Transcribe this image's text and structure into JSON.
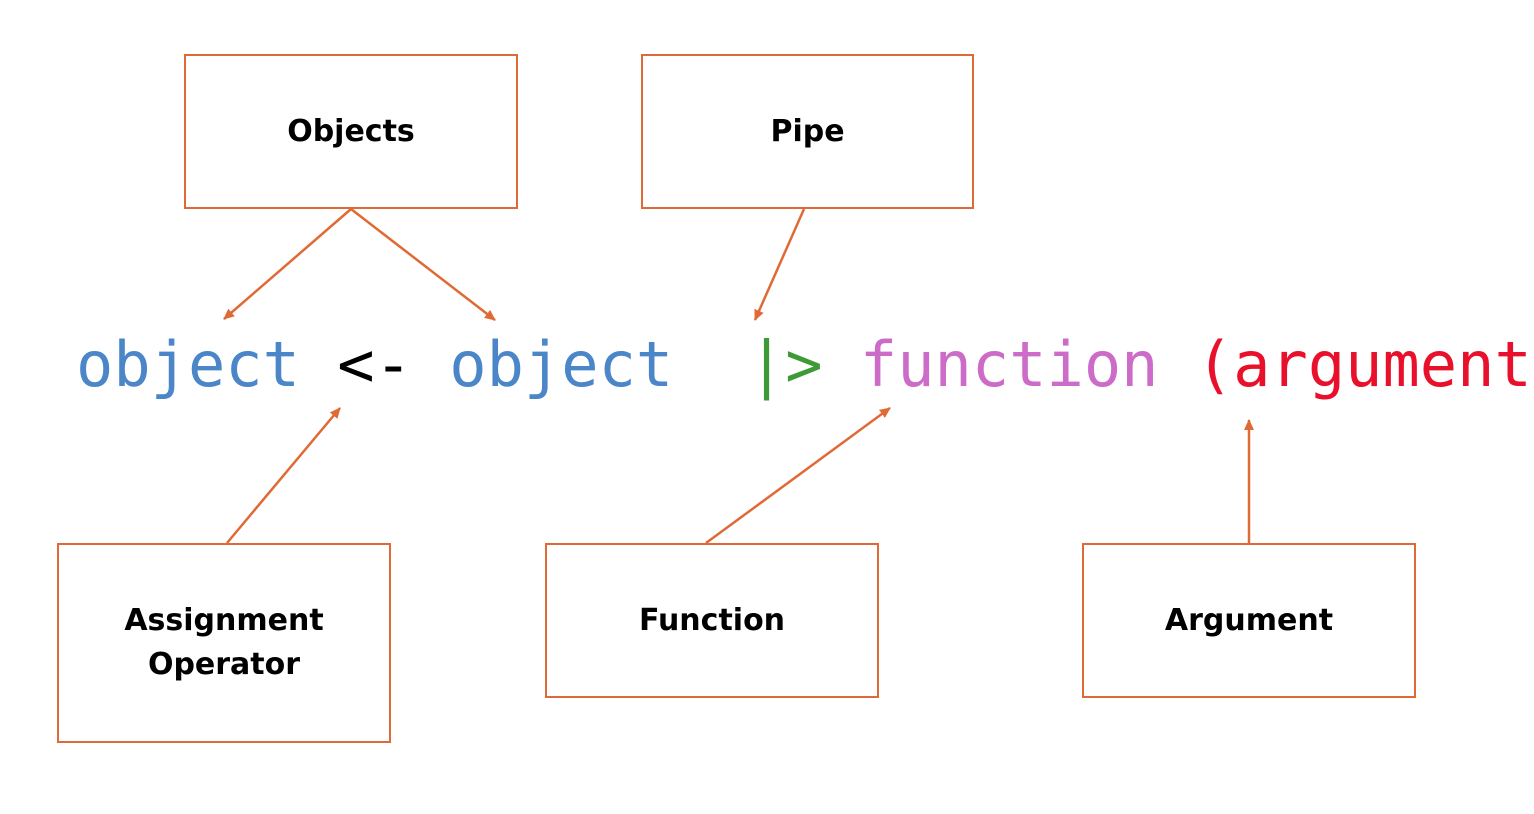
{
  "colors": {
    "border": "#E06A36",
    "arrow": "#E06A36",
    "object": "#4A86C8",
    "assignment": "#000000",
    "pipe": "#3E9A37",
    "function": "#CC6CC8",
    "argument": "#E8102A"
  },
  "code": {
    "object_left": "object",
    "assign_op": "<-",
    "object_right": "object",
    "pipe_op": "|>",
    "function_name": "function",
    "argument": "(argument)"
  },
  "labels": {
    "objects": "Objects",
    "pipe": "Pipe",
    "assignment": "Assignment\nOperator",
    "function": "Function",
    "argument": "Argument"
  }
}
